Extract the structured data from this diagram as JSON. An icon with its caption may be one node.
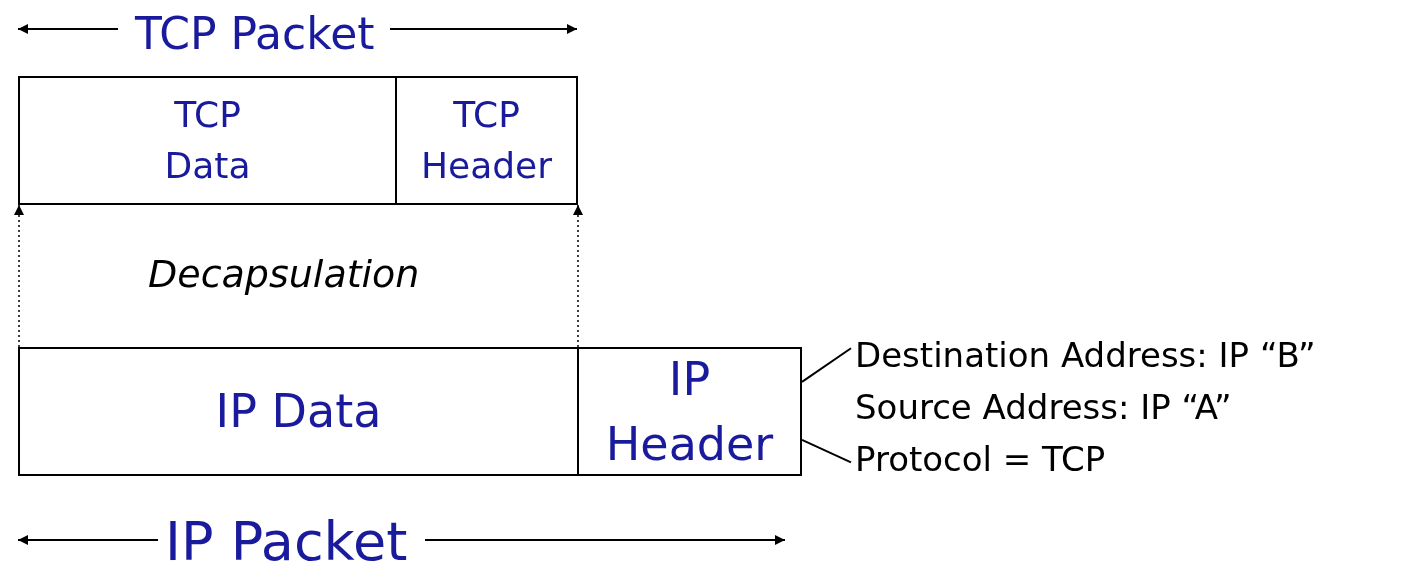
{
  "diagram": {
    "nodes": [
      {
        "text": [
          "TCP Data"
        ]
      },
      {
        "text": [
          "TCP Header"
        ]
      },
      {
        "text": [
          "IP Data"
        ]
      },
      {
        "text": [
          "IP Header"
        ]
      },
      {
        "text": [
          "Destination Address: IP “B”"
        ]
      },
      {
        "text": [
          "Protocol = TCP"
        ]
      }
    ],
    "edges": [
      {
        "from": 2,
        "to": 0,
        "arrow": "to",
        "style": "dashed"
      },
      {
        "from": 2,
        "to": 1,
        "arrow": "to",
        "style": "dashed"
      },
      {
        "from": 3,
        "to": 4,
        "arrow": "none"
      },
      {
        "from": 3,
        "to": 5,
        "arrow": "none"
      }
    ],
    "labels": [
      "TCP Packet",
      "Decapsulation",
      "Source Address: IP “A”",
      "IP Packet"
    ]
  }
}
